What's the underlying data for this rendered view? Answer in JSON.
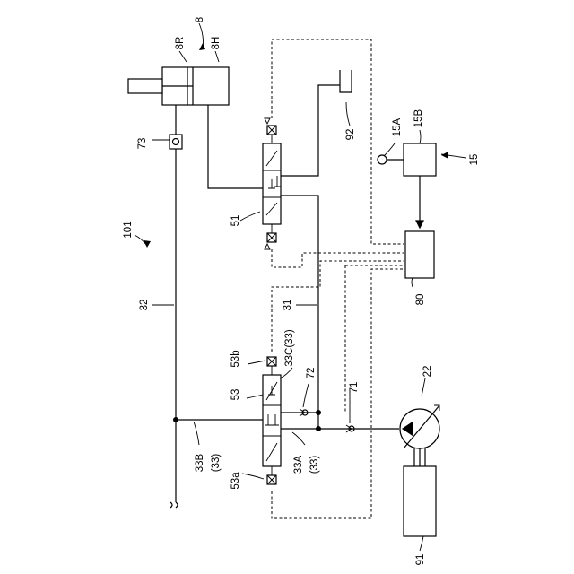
{
  "labels": {
    "n8": "8",
    "n8R": "8R",
    "n8H": "8H",
    "n73": "73",
    "n92": "92",
    "n15A": "15A",
    "n15B": "15B",
    "n15": "15",
    "n101": "101",
    "n51": "51",
    "n32": "32",
    "n31": "31",
    "n80": "80",
    "n53b": "53b",
    "n33C": "33C(33)",
    "n72": "72",
    "n53": "53",
    "n71": "71",
    "n22": "22",
    "n33B": "33B",
    "n33Bsub": "(33)",
    "n53a": "53a",
    "n33A": "33A",
    "n33Asub": "(33)",
    "n91": "91"
  }
}
